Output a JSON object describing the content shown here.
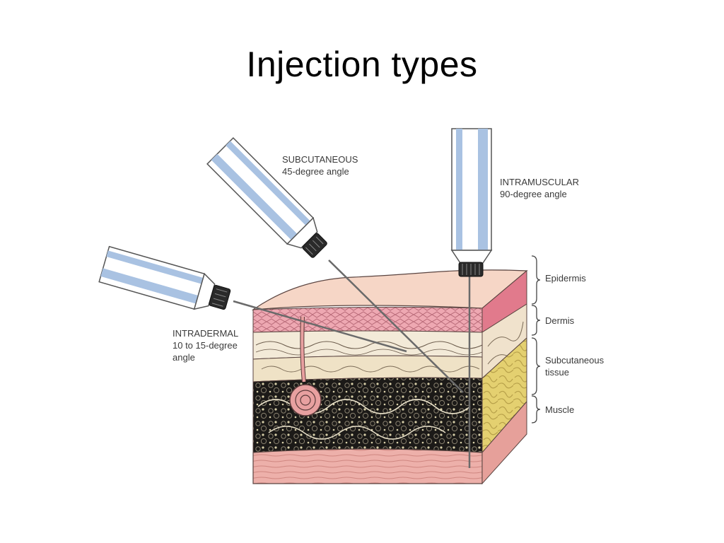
{
  "slide": {
    "title": "Injection types"
  },
  "injections": {
    "intramuscular": {
      "name": "INTRAMUSCULAR",
      "angle": "90-degree angle"
    },
    "subcutaneous": {
      "name": "SUBCUTANEOUS",
      "angle": "45-degree angle"
    },
    "intradermal": {
      "name": "INTRADERMAL",
      "angle_line1": "10 to 15-degree",
      "angle_line2": "angle"
    }
  },
  "layers": {
    "epidermis": "Epidermis",
    "dermis": "Dermis",
    "subcutaneous_line1": "Subcutaneous",
    "subcutaneous_line2": "tissue",
    "muscle": "Muscle"
  },
  "colors": {
    "epidermis": "#f5d2c2",
    "dermis_pink": "#e89aa6",
    "fat_dark": "#1c1a18",
    "fat_side": "#e4d070",
    "muscle": "#edb0aa",
    "syringe_stripe": "#a9c2e2"
  }
}
